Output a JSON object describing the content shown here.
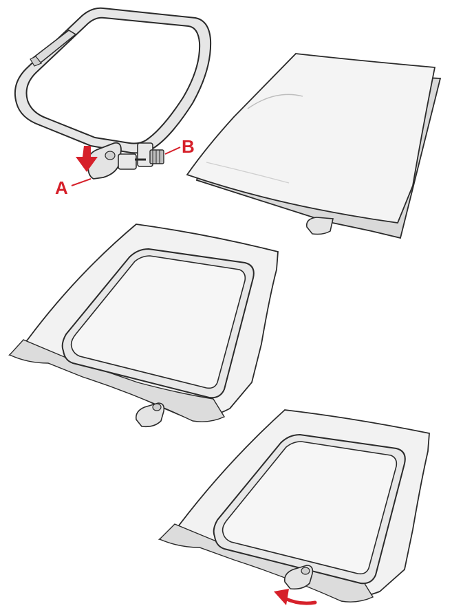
{
  "labels": {
    "a": "A",
    "b": "B"
  },
  "colors": {
    "accent": "#d6202a",
    "outline": "#2a2a2a",
    "fabric": "#f2f2f2",
    "fabric_shade": "#d9d9d9",
    "hoop": "#e4e4e4",
    "background": "#ffffff"
  },
  "panels": [
    {
      "id": "hoop-parts",
      "shows": [
        "outer-hoop-icon",
        "hoop-clamp-icon",
        "tension-screw-icon"
      ]
    },
    {
      "id": "fabric-stack",
      "shows": [
        "fabric-sheet-icon",
        "inner-hoop-icon"
      ]
    },
    {
      "id": "fabric-in-hoop",
      "shows": [
        "hooped-fabric-icon"
      ]
    },
    {
      "id": "locking-hoop",
      "shows": [
        "hooped-fabric-icon",
        "rotate-arrow-icon"
      ]
    }
  ]
}
